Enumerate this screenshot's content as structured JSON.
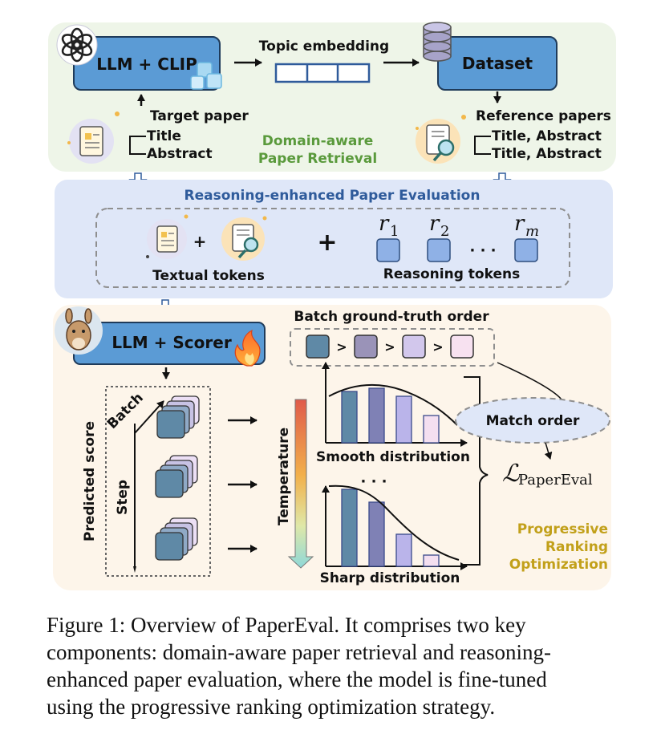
{
  "retrieval": {
    "model_label": "LLM + CLIP",
    "topic_label": "Topic embedding",
    "dataset_label": "Dataset",
    "target_label": "Target paper",
    "target_fields": [
      "Title",
      "Abstract"
    ],
    "reference_label": "Reference papers",
    "reference_fields": [
      "Title, Abstract",
      "Title, Abstract"
    ],
    "module_title_line1": "Domain-aware",
    "module_title_line2": "Paper Retrieval"
  },
  "evaluation": {
    "title": "Reasoning-enhanced Paper Evaluation",
    "textual_label": "Textual tokens",
    "reasoning_label": "Reasoning tokens",
    "plus": "+",
    "token_symbols": [
      "r",
      "r",
      "r"
    ],
    "token_subscripts": [
      "1",
      "2",
      "m"
    ],
    "ellipsis": "· · ·"
  },
  "ranking": {
    "scorer_label": "LLM + Scorer",
    "order_title": "Batch ground-truth order",
    "order_sep": ">",
    "order_colors": [
      "#5f89a6",
      "#9a93b8",
      "#d2c7ec",
      "#f7e1f0"
    ],
    "predicted_label": "Predicted score",
    "batch_label": "Batch",
    "step_label": "Step",
    "temperature_label": "Temperature",
    "smooth_label": "Smooth distribution",
    "sharp_label": "Sharp distribution",
    "dots": "· · ·",
    "match_label": "Match order",
    "loss_symbol": "ℒ",
    "loss_subscript": "PaperEval",
    "module_title_line1": "Progressive",
    "module_title_line2": "Ranking",
    "module_title_line3": "Optimization"
  },
  "colors": {
    "retrieval_bg": "#eef5e8",
    "eval_bg": "#dfe7f8",
    "ranking_bg": "#fdf5ea",
    "model_box": "#5b9bd5",
    "retrieval_title": "#5a9a3c",
    "eval_title": "#2f5b9b",
    "ranking_title": "#c2a01a"
  },
  "caption": {
    "lines": [
      "Figure 1: Overview of PaperEval. It comprises two key",
      "components: domain-aware paper retrieval and reasoning-",
      "enhanced paper evaluation, where the model is fine-tuned",
      "using the progressive ranking optimization strategy."
    ]
  }
}
